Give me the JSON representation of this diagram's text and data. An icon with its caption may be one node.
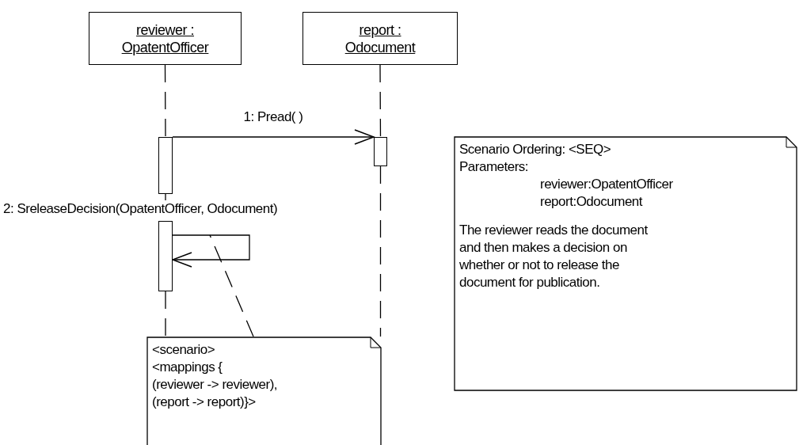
{
  "diagram": {
    "nodes": [
      {
        "text": [
          "reviewer : OpatentOfficer"
        ]
      },
      {
        "text": [
          "report : Odocument"
        ]
      },
      {
        "text": [],
        "shape": "bar"
      },
      {
        "text": [],
        "shape": "bar"
      },
      {
        "text": [],
        "shape": "bar"
      },
      {
        "text": [
          "Scenario Ordering: <SEQ>",
          "Parameters:",
          "reviewer:OpatentOfficer",
          "report:Odocument",
          "The reviewer reads the document and then makes a decision on whether or not to release the document for publication."
        ]
      },
      {
        "text": [
          "<scenario>",
          "<mappings {",
          "(reviewer -> reviewer),",
          "(report -> report)}>"
        ]
      }
    ],
    "edges": [
      {
        "from": 0,
        "to": 2,
        "arrow": "none",
        "style": "dashed"
      },
      {
        "from": 2,
        "to": 3,
        "arrow": "to",
        "label": "1: Pread( )"
      },
      {
        "from": 1,
        "to": 3,
        "arrow": "none",
        "style": "dashed"
      },
      {
        "from": 2,
        "to": 4,
        "arrow": "none",
        "style": "dashed"
      },
      {
        "from": 4,
        "to": 4,
        "arrow": "to",
        "label": "2: SreleaseDecision(OpatentOfficer, Odocument)"
      },
      {
        "from": 4,
        "to": 6,
        "arrow": "none",
        "style": "dashed"
      },
      {
        "from": 3,
        "to": 6,
        "arrow": "none",
        "style": "dashed"
      },
      {
        "from": 6,
        "to": null,
        "arrow": "none",
        "style": "dashed"
      }
    ]
  }
}
